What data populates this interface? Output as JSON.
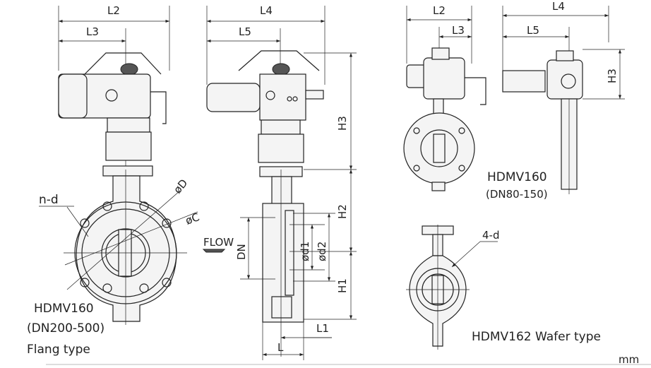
{
  "left_model": {
    "name": "HDMV160",
    "range": "(DN200-500)",
    "type": "Flang type"
  },
  "right_top_model": {
    "name": "HDMV160",
    "range": "(DN80-150)"
  },
  "right_bottom_model": {
    "label": "HDMV162  Wafer type"
  },
  "dimensions": {
    "L2": "L2",
    "L3": "L3",
    "L4": "L4",
    "L5": "L5",
    "H1": "H1",
    "H2": "H2",
    "H3": "H3",
    "L": "L",
    "L1": "L1",
    "DN": "DN",
    "phiD": "øD",
    "phiC": "øC",
    "phid1": "ød1",
    "phid2": "ød2",
    "nd": "n-d",
    "fourd": "4-d"
  },
  "flow_label": "FLOW",
  "unit": "mm"
}
